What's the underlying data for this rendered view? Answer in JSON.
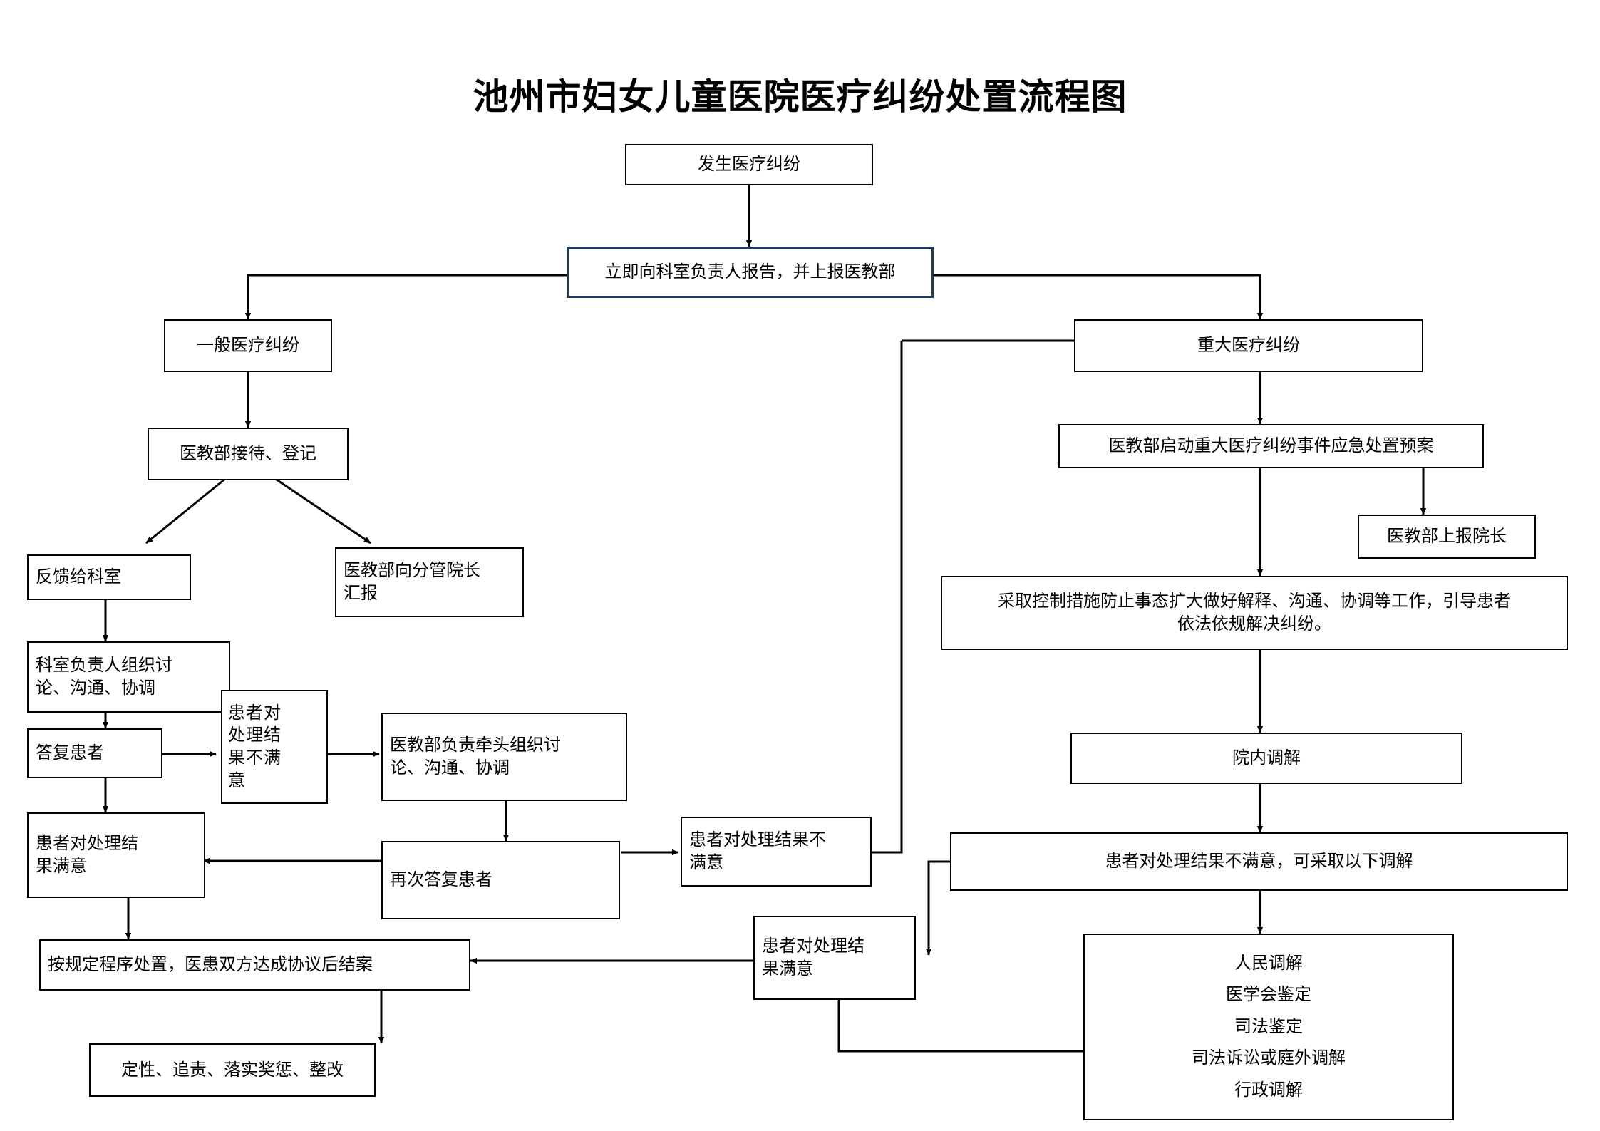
{
  "title": "池州市妇女儿童医院医疗纠纷处置流程图",
  "colors": {
    "stroke": "#000000",
    "accent_border": "#1f3864",
    "background": "#ffffff"
  },
  "nodes": {
    "incident": "发生医疗纠纷",
    "report": "立即向科室负责人报告，并上报医教部",
    "general_dispute": "一般医疗纠纷",
    "major_dispute": "重大医疗纠纷",
    "reception_register": "医教部接待、登记",
    "feedback_dept": "反馈给科室",
    "report_vice_president": "医教部向分管院长\n汇报",
    "dept_head_discuss": "科室负责人组织讨\n论、沟通、协调",
    "reply_patient": "答复患者",
    "dissatisfied_vertical": "患者对\n处理结\n果不满\n意",
    "med_edu_lead_discuss": "医教部负责牵头组织讨\n论、沟通、协调",
    "satisfied_left": "患者对处理结\n果满意",
    "reply_again": "再次答复患者",
    "dissatisfied_mid": "患者对处理结果不\n满意",
    "close_case": "按规定程序处置，医患双方达成协议后结案",
    "accountability": "定性、追责、落实奖惩、整改",
    "satisfied_right": "患者对处理结\n果满意",
    "emergency_plan": "医教部启动重大医疗纠纷事件应急处置预案",
    "report_president": "医教部上报院长",
    "control_measures": "采取控制措施防止事态扩大做好解释、沟通、协调等工作，引导患者\n依法依规解决纠纷。",
    "internal_mediation": "院内调解",
    "dissatisfied_mediation_intro": "患者对处理结果不满意，可采取以下调解",
    "mediation_options": "人民调解\n医学会鉴定\n司法鉴定\n司法诉讼或庭外调解\n行政调解"
  }
}
